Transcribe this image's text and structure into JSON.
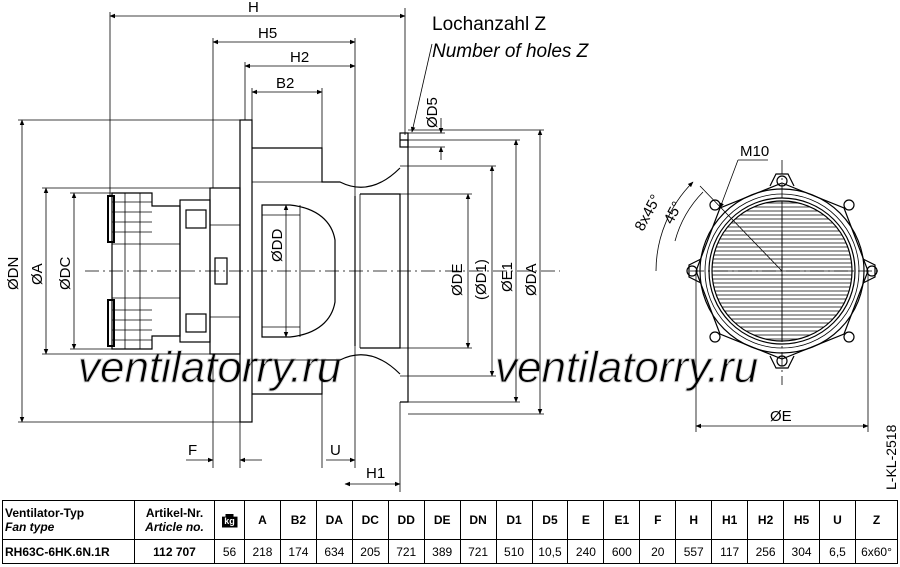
{
  "annotation": {
    "holes_de": "Lochanzahl Z",
    "holes_en": "Number of holes Z"
  },
  "watermark": "ventilatorry.ru",
  "drawing_code": "L-KL-2518",
  "dims": {
    "H": "H",
    "H5": "H5",
    "H2": "H2",
    "B2": "B2",
    "D5": "ØD5",
    "DN": "ØDN",
    "A": "ØA",
    "DC": "ØDC",
    "DD": "ØDD",
    "DE": "ØDE",
    "D1": "(ØD1)",
    "E1": "ØE1",
    "DA": "ØDA",
    "F": "F",
    "U": "U",
    "H1": "H1",
    "M10": "M10",
    "ang1": "8x45°",
    "ang2": "45°",
    "E": "ØE"
  },
  "table": {
    "headers": [
      {
        "de": "Ventilator-Typ",
        "en": "Fan type"
      },
      {
        "de": "Artikel-Nr.",
        "en": "Article no."
      },
      {
        "icon": "weight-kg-icon",
        "label": "kg"
      },
      "A",
      "B2",
      "DA",
      "DC",
      "DD",
      "DE",
      "DN",
      "D1",
      "D5",
      "E",
      "E1",
      "F",
      "H",
      "H1",
      "H2",
      "H5",
      "U",
      "Z"
    ],
    "row": [
      "RH63C-6HK.6N.1R",
      "112 707",
      "56",
      "218",
      "174",
      "634",
      "205",
      "721",
      "389",
      "721",
      "510",
      "10,5",
      "240",
      "600",
      "20",
      "557",
      "117",
      "256",
      "304",
      "6,5",
      "6x60°"
    ]
  }
}
